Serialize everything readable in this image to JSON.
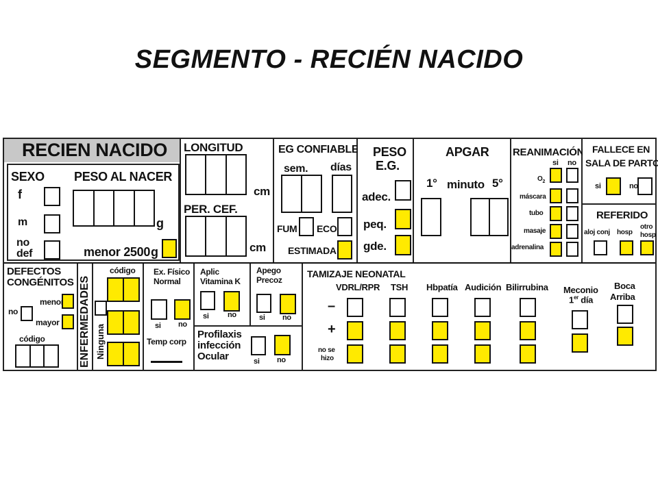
{
  "title": "SEGMENTO - RECIÉN NACIDO",
  "colors": {
    "check_yellow": "#ffea00",
    "header_gray": "#c8c8c8",
    "border": "#222222"
  },
  "recien_nacido": {
    "header": "RECIEN NACIDO",
    "sexo": {
      "label": "SEXO",
      "f": "f",
      "m": "m",
      "no": "no",
      "def": "def"
    },
    "peso_al_nacer": {
      "label": "PESO AL NACER",
      "unit": "g",
      "menor_2500": "menor 2500",
      "menor_unit": "g"
    }
  },
  "longitud": {
    "label": "LONGITUD",
    "unit": "cm"
  },
  "per_cef": {
    "label": "PER. CEF.",
    "unit": "cm"
  },
  "eg_confiable": {
    "label": "EG CONFIABLE",
    "sem": "sem.",
    "dias": "días",
    "fum": "FUM",
    "eco": "ECO",
    "estimada": "ESTIMADA"
  },
  "peso_eg": {
    "label_1": "PESO",
    "label_2": "E.G.",
    "adec": "adec.",
    "peq": "peq.",
    "gde": "gde."
  },
  "apgar": {
    "label": "APGAR",
    "primero": "1°",
    "minuto": "minuto",
    "quinto": "5°"
  },
  "reanimacion": {
    "label": "REANIMACIÓN",
    "si": "si",
    "no": "no",
    "items": [
      "O",
      "máscara",
      "tubo",
      "masaje",
      "adrenalina"
    ],
    "o2_sub": "2"
  },
  "fallece": {
    "label_1": "FALLECE EN",
    "label_2": "SALA DE PARTO",
    "si": "si",
    "no": "no"
  },
  "referido": {
    "label": "REFERIDO",
    "aloj": "aloj conj",
    "hosp": "hosp",
    "otro_1": "otro",
    "otro_2": "hosp"
  },
  "defectos": {
    "label_1": "DEFECTOS",
    "label_2": "CONGÉNITOS",
    "menor": "menor",
    "no": "no",
    "mayor": "mayor",
    "codigo": "código"
  },
  "enfermedades": {
    "label": "ENFERMEDADES",
    "ninguna": "Ninguna",
    "codigo": "código"
  },
  "ex_fisico": {
    "label_1": "Ex. Físico",
    "label_2": "Normal",
    "si": "si",
    "no": "no",
    "temp": "Temp corp"
  },
  "vitamina_k": {
    "label_1": "Aplic",
    "label_2": "Vitamina K",
    "si": "si",
    "no": "no"
  },
  "apego": {
    "label_1": "Apego",
    "label_2": "Precoz",
    "si": "si",
    "no": "no"
  },
  "profilaxis": {
    "label_1": "Profilaxis",
    "label_2": "infección",
    "label_3": "Ocular",
    "si": "si",
    "no": "no"
  },
  "tamizaje": {
    "label": "TAMIZAJE NEONATAL",
    "rows": {
      "minus": "–",
      "plus": "+",
      "no_se": "no se",
      "hizo": "hizo"
    },
    "tests": [
      "VDRL/RPR",
      "TSH",
      "Hbpatía",
      "Audición",
      "Bilirrubina"
    ]
  },
  "meconio": {
    "label_1": "Meconio",
    "label_2a": "1",
    "label_2sup": "er",
    "label_2b": " día"
  },
  "boca_arriba": {
    "label_1": "Boca",
    "label_2": "Arriba"
  }
}
